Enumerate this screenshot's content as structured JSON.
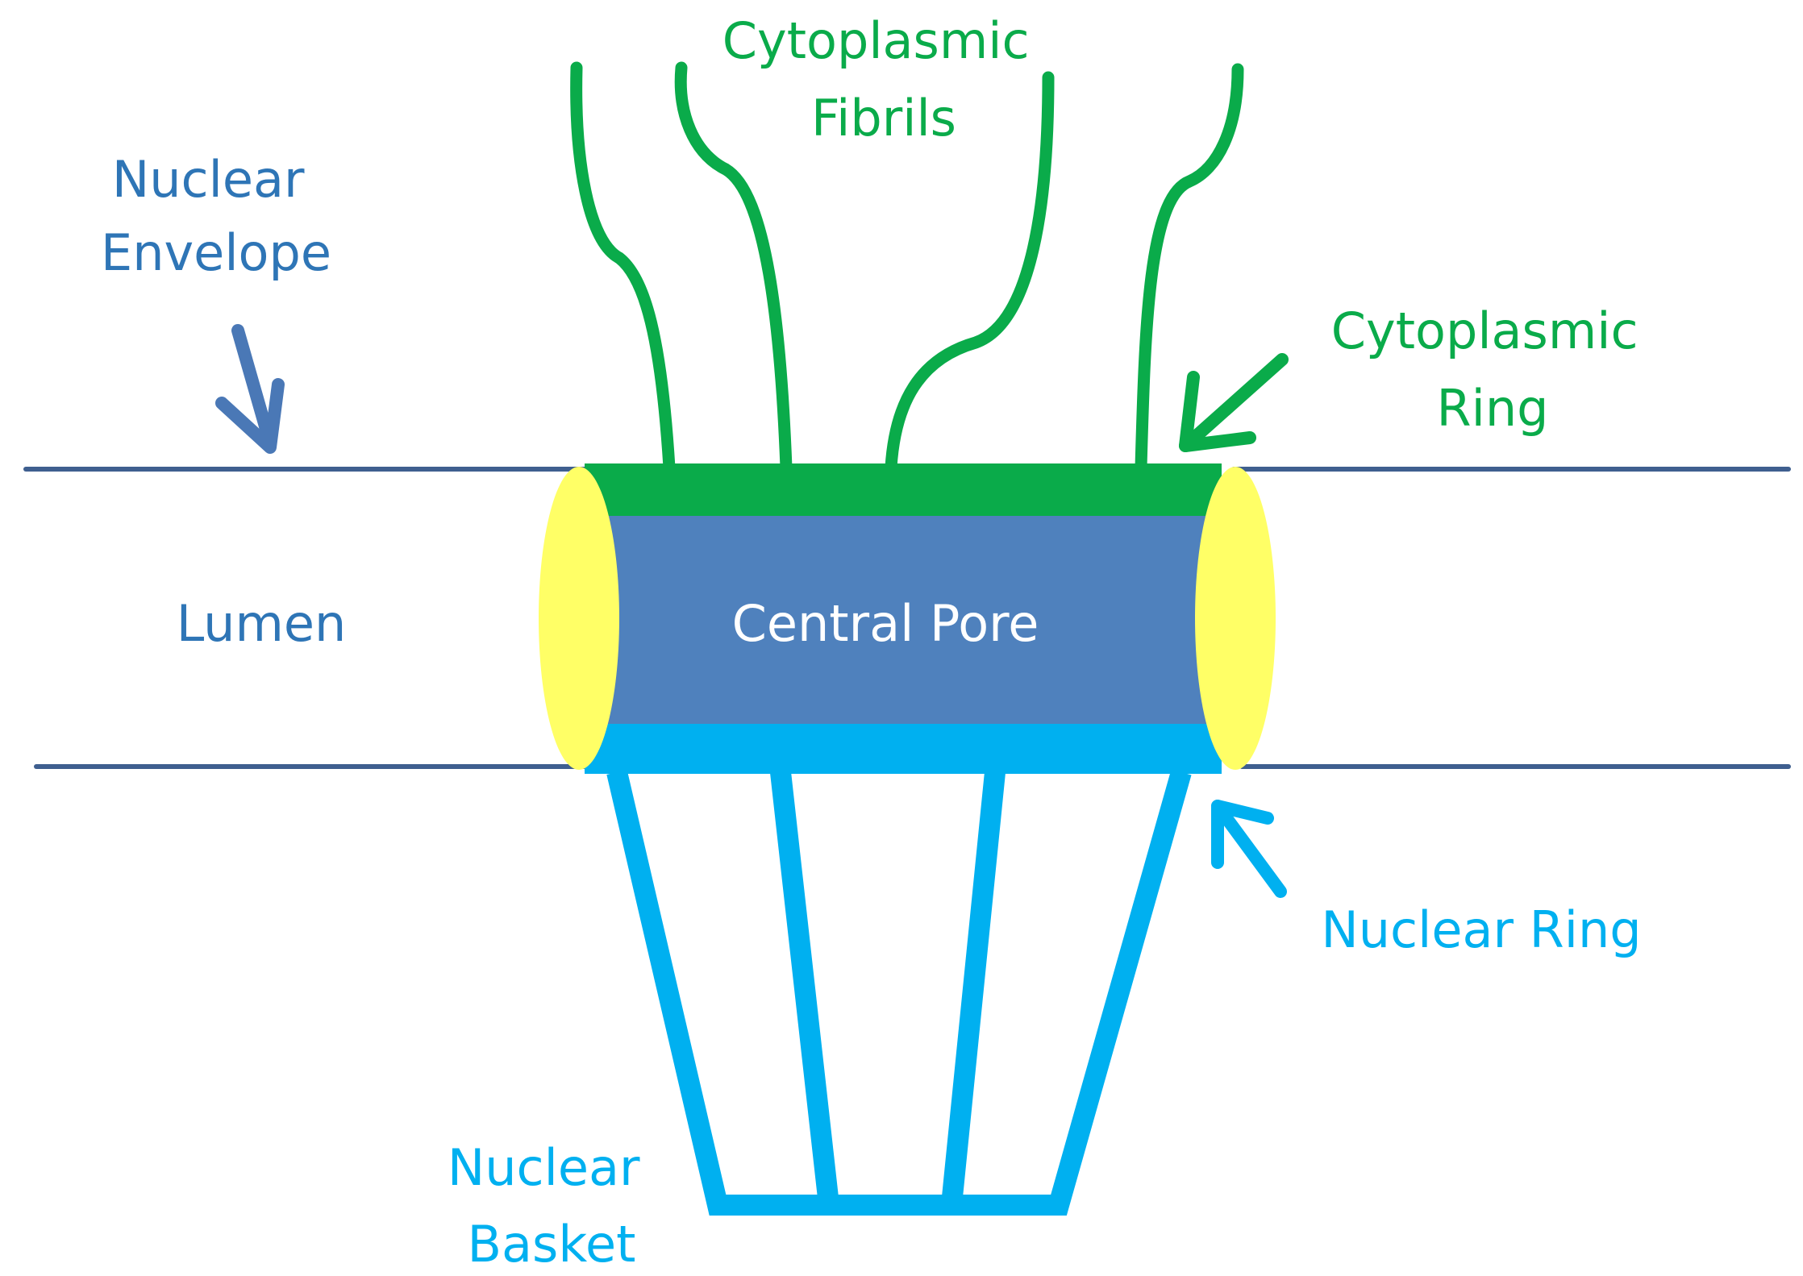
{
  "colors": {
    "envelope": "#3f5f8f",
    "envelope_arrow": "#4a78b6",
    "cytoplasmic": "#0aab4a",
    "central_pore": "#4f81bd",
    "nuclear": "#00b0f0",
    "membrane_cap": "#ffff66",
    "envelope_text": "#2e75b6",
    "pore_text": "#ffffff"
  },
  "labels": {
    "cytoplasmic_fibrils": [
      "Cytoplasmic",
      "Fibrils"
    ],
    "nuclear_envelope": [
      "Nuclear",
      "Envelope"
    ],
    "cytoplasmic_ring": [
      "Cytoplasmic",
      "Ring"
    ],
    "lumen": "Lumen",
    "central_pore": "Central Pore",
    "nuclear_ring": "Nuclear Ring",
    "nuclear_basket": [
      "Nuclear",
      "Basket"
    ]
  }
}
